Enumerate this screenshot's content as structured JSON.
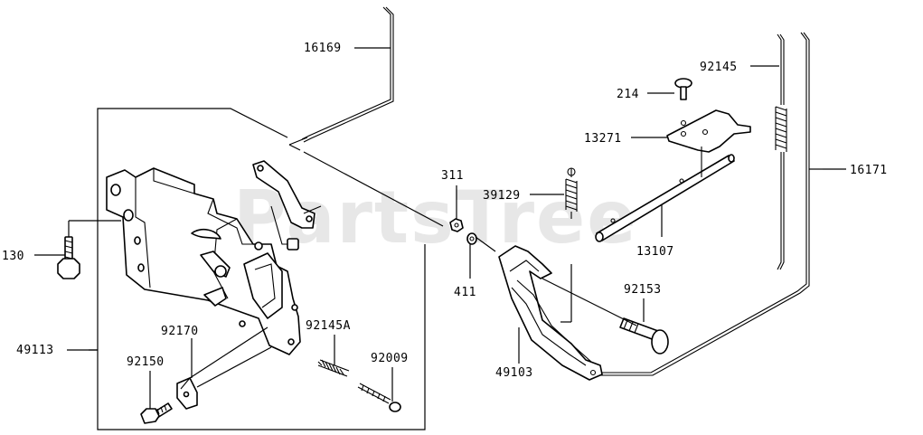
{
  "watermark": "PartsTree",
  "labels": {
    "p16169": "16169",
    "p130": "130",
    "p49113": "49113",
    "p92170": "92170",
    "p92150": "92150",
    "p92145a": "92145A",
    "p92009": "92009",
    "p311": "311",
    "p411": "411",
    "p39129": "39129",
    "p214": "214",
    "p13271": "13271",
    "p13107": "13107",
    "p92145": "92145",
    "p16171": "16171",
    "p92153": "92153",
    "p49103": "49103"
  }
}
